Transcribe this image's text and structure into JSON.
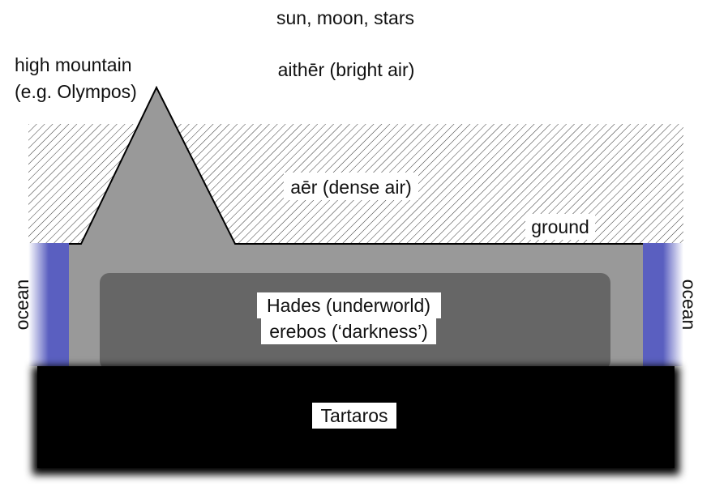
{
  "labels": {
    "top": "sun, moon, stars",
    "aither": "aithēr (bright air)",
    "mountain_line1": "high mountain",
    "mountain_line2": "(e.g. Olympos)",
    "aer": "aēr (dense air)",
    "ground": "ground",
    "hades_line1": "Hades (underworld)",
    "hades_line2": "erebos (‘darkness’)",
    "tartaros": "Tartaros",
    "ocean_left": "ocean",
    "ocean_right": "ocean"
  },
  "colors": {
    "earth": "#999999",
    "hades": "#666666",
    "tartaros": "#000000",
    "ocean": "#5a5fc0",
    "hatch": "#333333",
    "label_bg": "#ffffff"
  }
}
